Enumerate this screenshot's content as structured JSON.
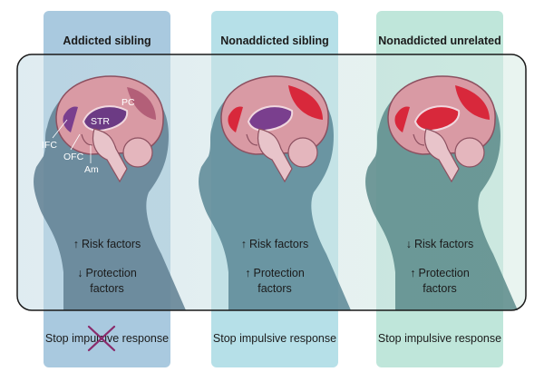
{
  "columns": [
    {
      "title": "Addicted sibling",
      "risk_arrow": "↑",
      "risk_label": "Risk factors",
      "protection_arrow": "↓",
      "protection_label_1": "Protection",
      "protection_label_2": "factors",
      "caption": "Stop impulsive response",
      "caption_crossed": true
    },
    {
      "title": "Nonaddicted sibling",
      "risk_arrow": "↑",
      "risk_label": "Risk factors",
      "protection_arrow": "↑",
      "protection_label_1": "Protection",
      "protection_label_2": "factors",
      "caption": "Stop impulsive response",
      "caption_crossed": false
    },
    {
      "title": "Nonaddicted unrelated",
      "risk_arrow": "↓",
      "risk_label": "Risk factors",
      "protection_arrow": "↑",
      "protection_label_1": "Protection",
      "protection_label_2": "factors",
      "caption": "Stop impulsive response",
      "caption_crossed": false
    }
  ],
  "brain_regions": {
    "pc": "PC",
    "str": "STR",
    "ifc": "IFC",
    "ofc": "OFC",
    "am": "Am"
  },
  "colors": {
    "addicted_band": "#a9c9df",
    "nonaddicted_sibling_band": "#b6e0e8",
    "nonaddicted_unrelated_band": "#bfe6da",
    "frame_stroke": "#1a1a1a",
    "cross_mark": "#8a2a6b",
    "brain_tissue": "#d99aa4",
    "highlight_red": "#d8283b",
    "highlight_purple": "#7a3f8e"
  }
}
